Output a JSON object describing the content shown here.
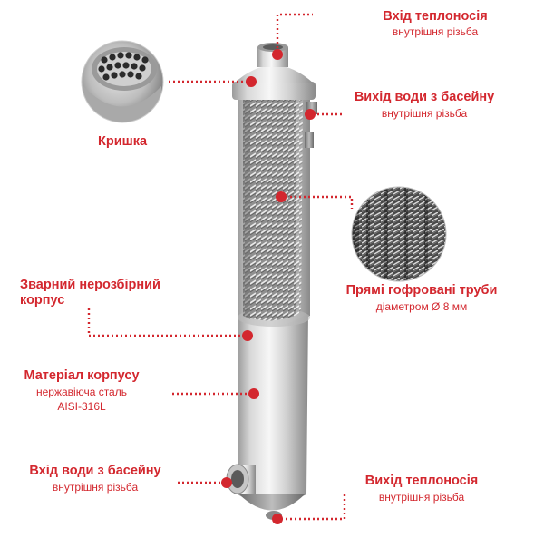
{
  "labels": {
    "heat_in_top": {
      "title": "Вхід теплоносія",
      "sub": "внутрішня різьба"
    },
    "pool_out": {
      "title": "Вихід води з басейну",
      "sub": "внутрішня різьба"
    },
    "lid": {
      "title": "Кришка"
    },
    "welded_body": {
      "line1": "Зварний нерозбірний",
      "line2": "корпус"
    },
    "tubes": {
      "title": "Прямі гофровані труби",
      "sub": "діаметром Ø 8 мм"
    },
    "material": {
      "title": "Матеріал корпусу",
      "sub1": "нержавіюча сталь",
      "sub2": "AISI-316L"
    },
    "pool_in": {
      "title": "Вхід води з басейну",
      "sub": "внутрішня різьба"
    },
    "heat_out": {
      "title": "Вихід теплоносія",
      "sub": "внутрішня різьба"
    }
  },
  "colors": {
    "accent": "#d3272e",
    "steel_light": "#f2f2f2",
    "steel_dark": "#8e8e8e"
  }
}
